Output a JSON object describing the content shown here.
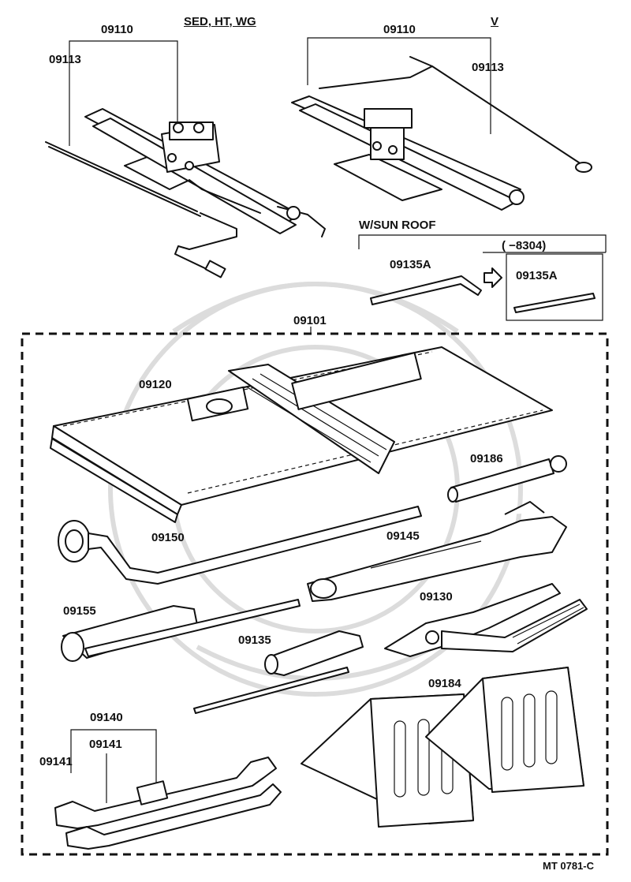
{
  "diagram": {
    "reference": "MT 0781-C",
    "callouts": {
      "jack_sed": "09110",
      "handle_sed": "09113",
      "variant_sed": "SED, HT, WG",
      "jack_v": "09110",
      "handle_v": "09113",
      "variant_v": "V",
      "sunroof_heading": "W/SUN ROOF",
      "sunroof_tool": "09135A",
      "sunroof_range": "(        −8304)",
      "sunroof_tool_boxed": "09135A",
      "tool_set": "09101",
      "tool_bag": "09120",
      "extension": "09186",
      "wrench_lug": "09150",
      "adjustable_wrench": "09145",
      "spark_plug_wrench": "09155",
      "pliers": "09130",
      "screwdriver": "09135",
      "wheel_chock": "09184",
      "wrench_set": "09140",
      "wrench_b": "09141",
      "wrench_a": "09141"
    },
    "icons": {
      "arrow": "hollow-right-arrow"
    }
  }
}
